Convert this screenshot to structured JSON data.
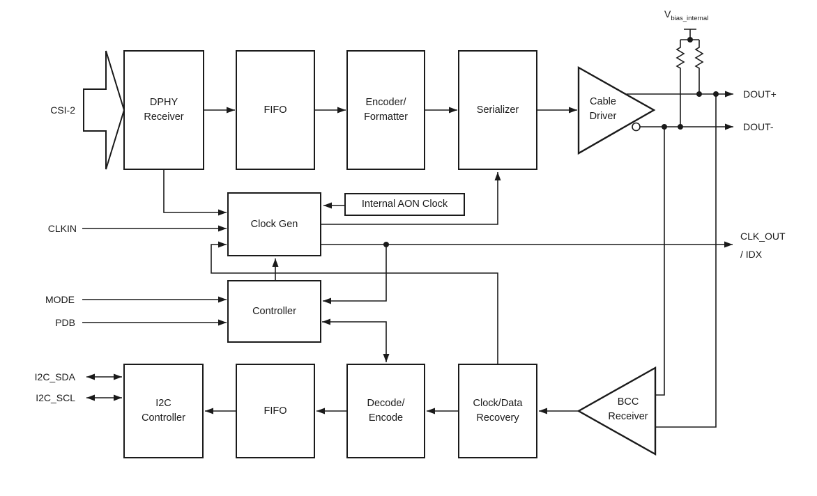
{
  "colors": {
    "ink": "#1a1a1a",
    "background": "#ffffff"
  },
  "blocks": {
    "dphy_receiver": {
      "label": "DPHY\nReceiver"
    },
    "fifo_top": {
      "label": "FIFO"
    },
    "encoder_formatter": {
      "label": "Encoder/\nFormatter"
    },
    "serializer": {
      "label": "Serializer"
    },
    "clock_gen": {
      "label": "Clock Gen"
    },
    "internal_aon_clock": {
      "label": "Internal AON Clock"
    },
    "controller": {
      "label": "Controller"
    },
    "i2c_controller": {
      "label": "I2C\nController"
    },
    "fifo_bottom": {
      "label": "FIFO"
    },
    "decode_encode": {
      "label": "Decode/\nEncode"
    },
    "clock_data_recovery": {
      "label": "Clock/Data\nRecovery"
    },
    "cable_driver": {
      "label": "Cable\nDriver"
    },
    "bcc_receiver": {
      "label": "BCC\nReceiver"
    }
  },
  "pins": {
    "csi2": {
      "label": "CSI-2"
    },
    "clkin": {
      "label": "CLKIN"
    },
    "mode": {
      "label": "MODE"
    },
    "pdb": {
      "label": "PDB"
    },
    "i2c_sda": {
      "label": "I2C_SDA"
    },
    "i2c_scl": {
      "label": "I2C_SCL"
    },
    "dout_plus": {
      "label": "DOUT+"
    },
    "dout_minus": {
      "label": "DOUT-"
    },
    "clk_out_idx": {
      "label": "CLK_OUT\n/ IDX"
    },
    "vbias": {
      "base": "V",
      "subscript": "bias_internal"
    }
  }
}
